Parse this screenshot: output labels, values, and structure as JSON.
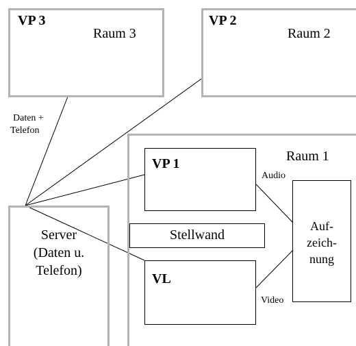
{
  "rooms": {
    "room3": {
      "vp": "VP 3",
      "name": "Raum 3"
    },
    "room2": {
      "vp": "VP 2",
      "name": "Raum 2"
    },
    "room1": {
      "name": "Raum 1"
    }
  },
  "nodes": {
    "vp1": "VP 1",
    "vl": "VL",
    "partition": "Stellwand",
    "recorder": [
      "Auf-",
      "zeich-",
      "nung"
    ],
    "server": [
      "Server",
      "(Daten u.",
      "Telefon)"
    ]
  },
  "labels": {
    "data_phone": [
      "Daten +",
      "Telefon"
    ],
    "audio": "Audio",
    "video": "Video"
  },
  "colors": {
    "room_border": "#b3b3b3",
    "box_border": "#000000"
  }
}
